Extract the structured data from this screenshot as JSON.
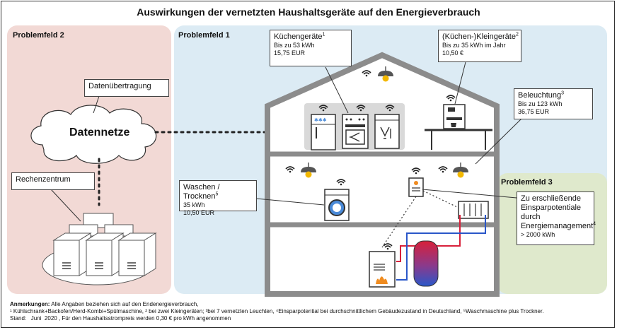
{
  "title": "Auswirkungen der vernetzten Haushaltsgeräte auf den Energieverbrauch",
  "regions": {
    "pf2": "Problemfeld 2",
    "pf1": "Problemfeld 1",
    "pf3": "Problemfeld 3"
  },
  "network": {
    "datenuebertragung": "Datenübertragung",
    "datennetze": "Datennetze",
    "rechenzentrum": "Rechenzentrum"
  },
  "boxes": {
    "kuechen": {
      "title": "Küchengeräte",
      "sup": "1",
      "line1": "Bis zu 53 kWh",
      "line2": "15,75 EUR"
    },
    "klein": {
      "title": "(Küchen-)Kleingeräte",
      "sup": "2",
      "line1": "Bis zu 35 kWh im Jahr",
      "line2": "10,50 €"
    },
    "beleuchtung": {
      "title": "Beleuchtung",
      "sup": "3",
      "line1": "Bis zu 123 kWh",
      "line2": "36,75 EUR"
    },
    "waschen": {
      "title": "Waschen / Trocknen",
      "sup": "5",
      "line1": "35 kWh",
      "line2": "10,50 EUR"
    },
    "einspar": {
      "l1": "Zu erschließende",
      "l2": "Einsparpotentiale",
      "l3": "durch",
      "l4": "Energiemanagement",
      "sup": "4",
      "l5": "> 2000 kWh"
    }
  },
  "notes": {
    "label": "Anmerkungen:",
    "line1": "Alle Angaben beziehen sich auf den Endenergieverbrauch,",
    "line2": "¹ Kühlschrank+Backofen/Herd-Kombi+Spülmaschine, ² bei zwei Kleingeräten; ³bei 7 vernetzten Leuchten, ⁴Einsparpotential bei durchschnittlichem Gebäudezustand in Deutschland, ⁵Waschmaschine plus Trockner.",
    "line3": "Stand:   Juni  2020 , Für den Haushaltsstrompreis werden 0,30 € pro kWh angenommen"
  },
  "colors": {
    "pf2_bg": "#f2d9d5",
    "pf1_bg": "#dcebf4",
    "pf3_bg": "#dfe9cc",
    "house": "#8c8c8c",
    "lamp_bulb": "#f3b800"
  }
}
